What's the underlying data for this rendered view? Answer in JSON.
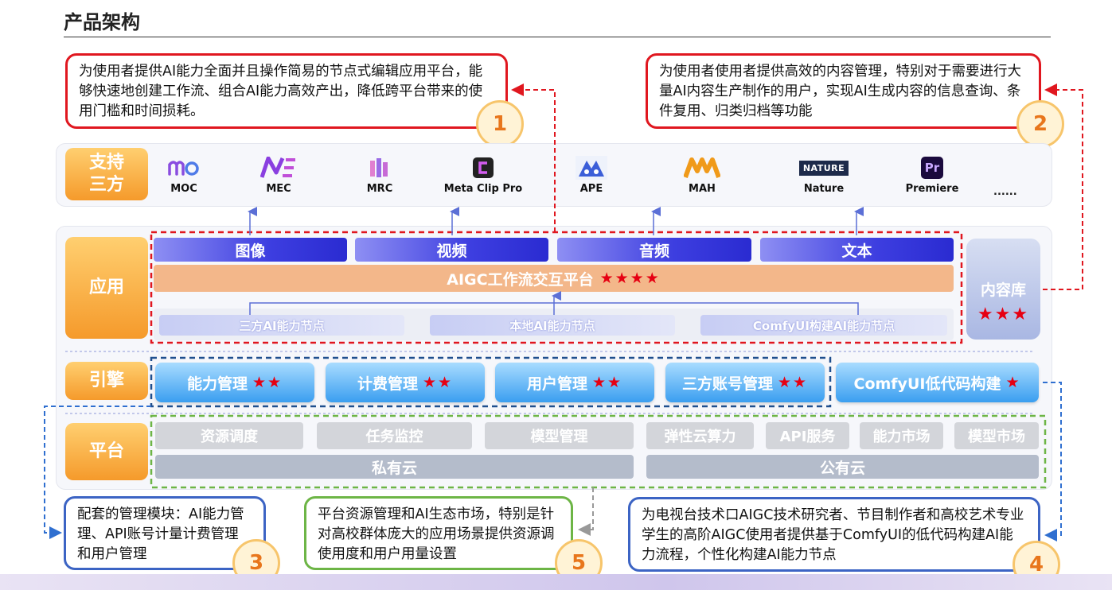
{
  "title": "产品架构",
  "callouts": {
    "c1": "为使用者提供AI能力全面并且操作简易的节点式编辑应用平台，能够快速地创建工作流、组合AI能力高效产出，降低跨平台带来的使用门槛和时间损耗。",
    "c2": "为使用者使用者提供高效的内容管理，特别对于需要进行大量AI内容生产制作的用户，实现AI生成内容的信息查询、条件复用、归类归档等功能",
    "c3": "配套的管理模块：AI能力管理、API账号计量计费管理和用户管理",
    "c5": "平台资源管理和AI生态市场，特别是针对高校群体庞大的应用场景提供资源调使用度和用户用量设置",
    "c4": "为电视台技术口AIGC技术研究者、节目制作者和高校艺术专业学生的高阶AIGC使用者提供基于ComfyUI的低代码构建AI能力流程，个性化构建AI能力节点"
  },
  "badges": {
    "b1": "1",
    "b2": "2",
    "b3": "3",
    "b4": "4",
    "b5": "5"
  },
  "layers": {
    "support": "支持三方",
    "app": "应用",
    "engine": "引擎",
    "platform": "平台"
  },
  "vendors": [
    {
      "name": "MOC",
      "icon": "moc-logo-icon"
    },
    {
      "name": "MEC",
      "icon": "mec-logo-icon"
    },
    {
      "name": "MRC",
      "icon": "mrc-logo-icon"
    },
    {
      "name": "Meta Clip Pro",
      "icon": "metaclip-logo-icon"
    },
    {
      "name": "APE",
      "icon": "ape-logo-icon"
    },
    {
      "name": "MAH",
      "icon": "mah-logo-icon"
    },
    {
      "name": "Nature",
      "icon": "nature-logo-icon",
      "logo_text": "NATURE"
    },
    {
      "name": "Premiere",
      "icon": "premiere-logo-icon",
      "logo_text": "Pr"
    },
    {
      "name": "......"
    }
  ],
  "app": {
    "tabs": [
      "图像",
      "视频",
      "音频",
      "文本"
    ],
    "platform": "AIGC工作流交互平台",
    "platform_stars": "★★★★",
    "nodes": [
      "三方AI能力节点",
      "本地AI能力节点",
      "ComfyUI构建AI能力节点"
    ],
    "content_lib": "内容库",
    "content_lib_stars": "★★★"
  },
  "engine": [
    {
      "label": "能力管理",
      "stars": "★★"
    },
    {
      "label": "计费管理",
      "stars": "★★"
    },
    {
      "label": "用户管理",
      "stars": "★★"
    },
    {
      "label": "三方账号管理",
      "stars": "★★"
    },
    {
      "label": "ComfyUI低代码构建",
      "stars": "★"
    }
  ],
  "platform": {
    "private_items": [
      "资源调度",
      "任务监控",
      "模型管理"
    ],
    "public_items": [
      "弹性云算力",
      "API服务",
      "能力市场",
      "模型市场"
    ],
    "private_cloud": "私有云",
    "public_cloud": "公有云"
  },
  "colors": {
    "red_outline": "#e0171f",
    "blue_outline": "#3c64c4",
    "green_outline": "#6db546",
    "accent_orange": "#f59a2b",
    "star_red": "#e60012"
  }
}
